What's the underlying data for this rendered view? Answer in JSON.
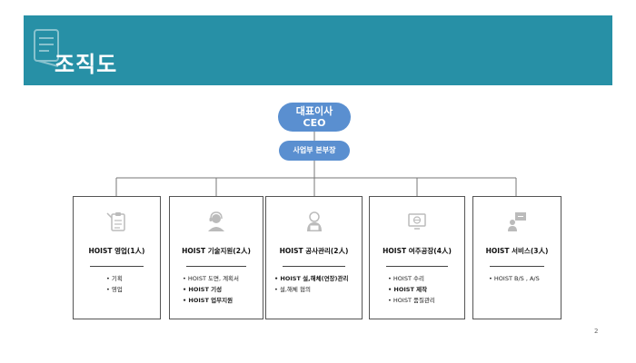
{
  "header": {
    "title": "조직도"
  },
  "ceo": {
    "line1": "대표이사",
    "line2": "CEO"
  },
  "hq": {
    "label": "사업부 본부장"
  },
  "departments": [
    {
      "icon": "checklist-icon",
      "title": "HOIST 영업(1人)",
      "items": [
        {
          "text": "기획",
          "bold": false
        },
        {
          "text": "영업",
          "bold": false
        }
      ]
    },
    {
      "icon": "support-agent-icon",
      "title": "HOIST 기술지원(2人)",
      "items": [
        {
          "text": "HOIST 도면, 계획서",
          "bold": false
        },
        {
          "text": "HOIST 기성",
          "bold": true
        },
        {
          "text": "HOIST  업무지원",
          "bold": true
        }
      ]
    },
    {
      "icon": "worker-laptop-icon",
      "title": "HOIST 공사관리(2人)",
      "items": [
        {
          "text": "HOIST 설,해체(연장)관리",
          "bold": true
        },
        {
          "text": "설,해체 협의",
          "bold": false
        }
      ]
    },
    {
      "icon": "monitor-globe-icon",
      "title": "HOIST 여주공장(4人)",
      "items": [
        {
          "text": "HOIST 수리",
          "bold": false
        },
        {
          "text": "HOIST 제작",
          "bold": true
        },
        {
          "text": "HOIST 품질관리",
          "bold": false
        }
      ]
    },
    {
      "icon": "presenter-board-icon",
      "title": "HOIST 서비스(3人)",
      "items": [
        {
          "text": "HOIST B/S , A/S",
          "bold": false
        }
      ]
    }
  ],
  "footer": {
    "page_number": "2"
  }
}
